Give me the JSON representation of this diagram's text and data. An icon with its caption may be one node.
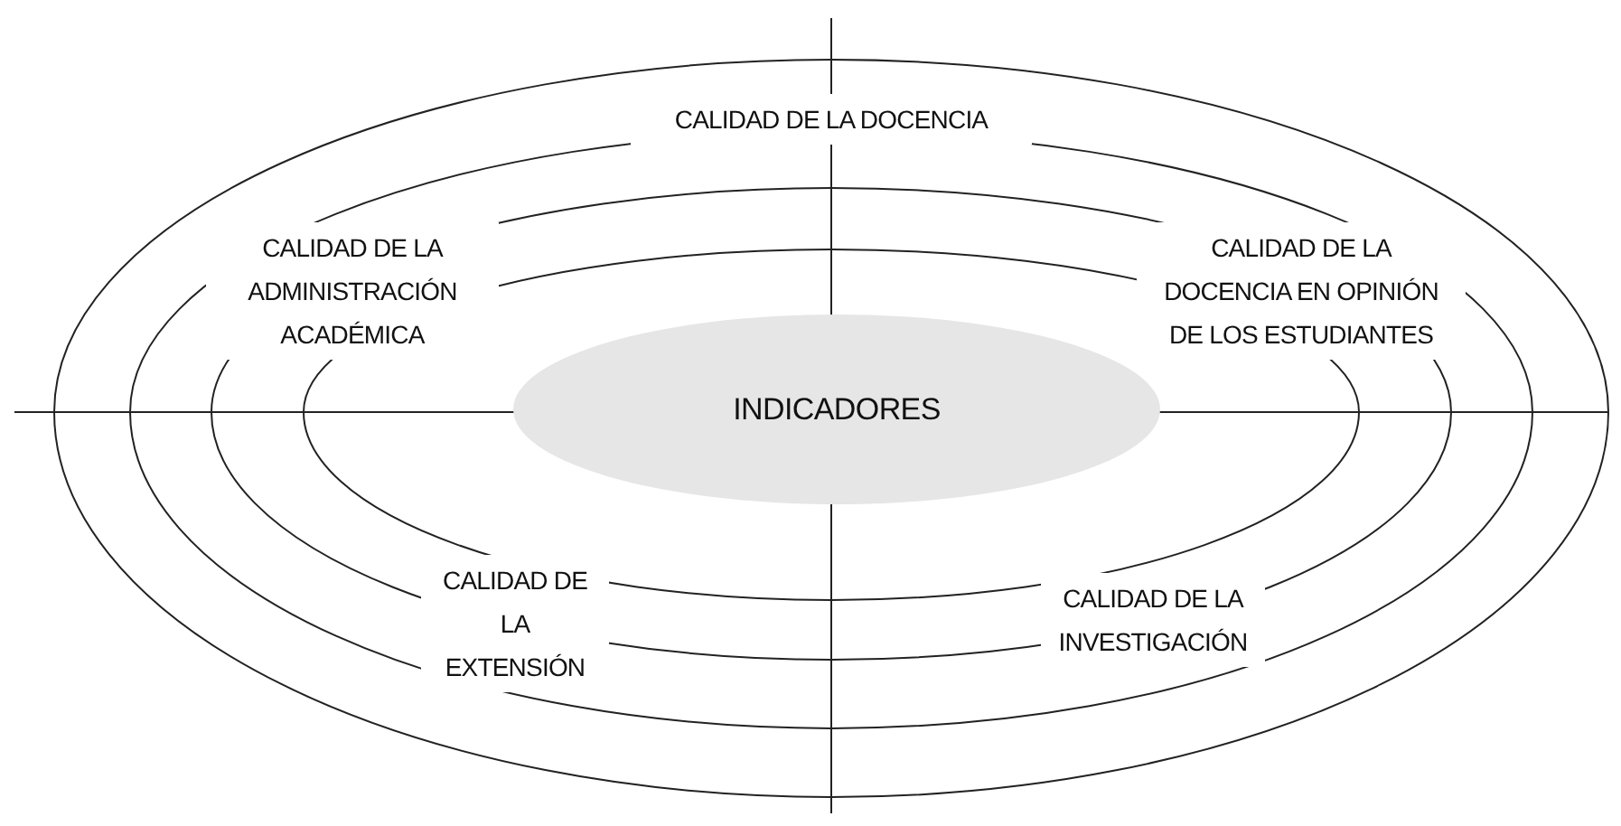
{
  "diagram": {
    "nodes": [
      {
        "text": [
          "INDICADORES"
        ]
      }
    ],
    "labels": [
      "CALIDAD DE LA DOCENCIA",
      "CALIDAD DE LA ADMINISTRACIÓN ACADÉMICA",
      "CALIDAD DE LA DOCENCIA EN OPINIÓN DE LOS ESTUDIANTES",
      "CALIDAD DE LA EXTENSIÓN",
      "CALIDAD DE LA INVESTIGACIÓN"
    ]
  }
}
